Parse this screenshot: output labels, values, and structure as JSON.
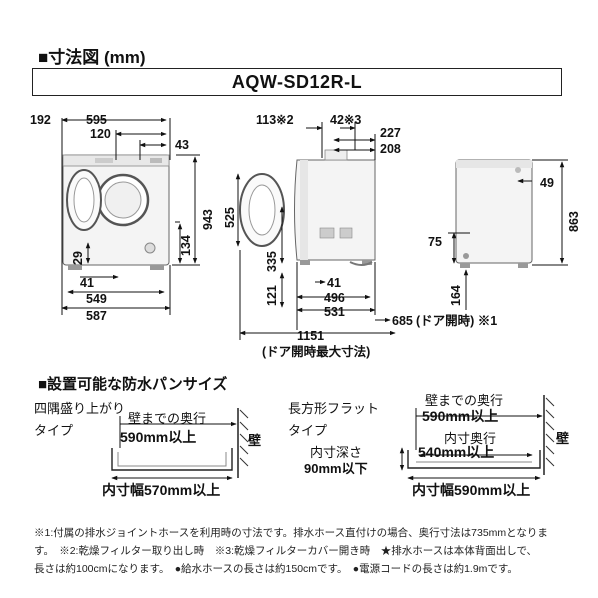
{
  "header": {
    "title": "■寸法図 (mm)",
    "model": "AQW-SD12R-L"
  },
  "front_view": {
    "dims": [
      "192",
      "595",
      "120",
      "43",
      "943",
      "134",
      "29",
      "41",
      "549",
      "587"
    ]
  },
  "side_view": {
    "dims": [
      "113※2",
      "42※3",
      "227",
      "208",
      "525",
      "335",
      "121",
      "41",
      "496",
      "531",
      "685",
      "(ドア開時) ※1",
      "1151",
      "(ドア開時最大寸法)"
    ]
  },
  "rear_view": {
    "dims": [
      "49",
      "863",
      "75",
      "164"
    ]
  },
  "pan_section": {
    "title": "■設置可能な防水パンサイズ",
    "type1": {
      "name_line1": "四隅盛り上がり",
      "name_line2": "タイプ",
      "depth_label": "壁までの奥行",
      "depth_value": "590mm以上",
      "wall": "壁",
      "width_label": "内寸幅570mm以上"
    },
    "type2": {
      "name_line1": "長方形フラット",
      "name_line2": "タイプ",
      "depth_label": "壁までの奥行",
      "depth_value": "590mm以上",
      "inner_depth_label": "内寸奥行",
      "inner_depth_value": "540mm以上",
      "inner_height_label": "内寸深さ",
      "inner_height_value": "90mm以下",
      "wall": "壁",
      "width_label": "内寸幅590mm以上"
    }
  },
  "footnotes": {
    "line1": "※1:付属の排水ジョイントホースを利用時の寸法です。排水ホース直付けの場合、奥行寸法は735mmとなりま",
    "line2": "す。　※2:乾燥フィルター取り出し時　※3:乾燥フィルターカバー開き時　★排水ホースは本体背面出しで、",
    "line3": "長さは約100cmになります。　●給水ホースの長さは約150cmです。　●電源コードの長さは約1.9mです。"
  }
}
